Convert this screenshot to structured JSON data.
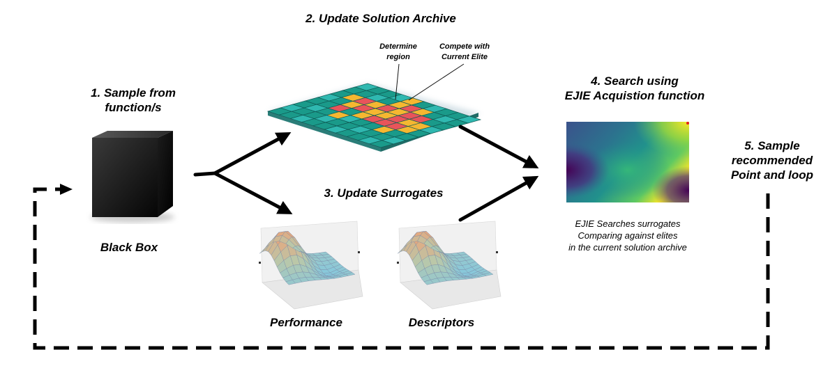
{
  "steps": {
    "sample": {
      "line1": "1. Sample from",
      "line2": "function/s"
    },
    "archive": {
      "title": "2. Update Solution Archive"
    },
    "surrogates": {
      "title": "3. Update Surrogates"
    },
    "search": {
      "line1": "4. Search using",
      "line2": "EJIE Acquistion function"
    },
    "loop": {
      "line1": "5. Sample",
      "line2": "recommended",
      "line3": "Point and loop"
    }
  },
  "archive_annotations": {
    "determine": {
      "line1": "Determine",
      "line2": "region"
    },
    "compete": {
      "line1": "Compete with",
      "line2": "Current Elite"
    }
  },
  "black_box": {
    "label": "Black Box"
  },
  "surrogate_plots": {
    "performance": "Performance",
    "descriptors": "Descriptors"
  },
  "search_note": {
    "line1": "EJIE Searches surrogates",
    "line2": "Comparing against elites",
    "line3": "in the current solution archive"
  },
  "colors": {
    "teal": "#1a9a8a",
    "teal_light": "#2fb8b0",
    "orange": "#f5b731",
    "red": "#e8545a",
    "viridis_dark": "#440154",
    "viridis_mid": "#21918c",
    "viridis_yellow": "#fde725"
  },
  "archive_grid": {
    "rows": [
      [
        0,
        0,
        0,
        0,
        1,
        0,
        0,
        0,
        0,
        0
      ],
      [
        0,
        0,
        0,
        0,
        1,
        2,
        1,
        0,
        0,
        0
      ],
      [
        0,
        1,
        2,
        1,
        2,
        1,
        2,
        2,
        0,
        0
      ],
      [
        0,
        0,
        1,
        2,
        1,
        1,
        2,
        1,
        1,
        0
      ],
      [
        0,
        0,
        2,
        0,
        1,
        2,
        2,
        2,
        1,
        0
      ],
      [
        0,
        0,
        0,
        1,
        0,
        0,
        0,
        1,
        0,
        0
      ],
      [
        0,
        0,
        0,
        0,
        0,
        0,
        0,
        0,
        0,
        0
      ],
      [
        0,
        0,
        0,
        0,
        0,
        0,
        0,
        0,
        0,
        0
      ]
    ]
  }
}
